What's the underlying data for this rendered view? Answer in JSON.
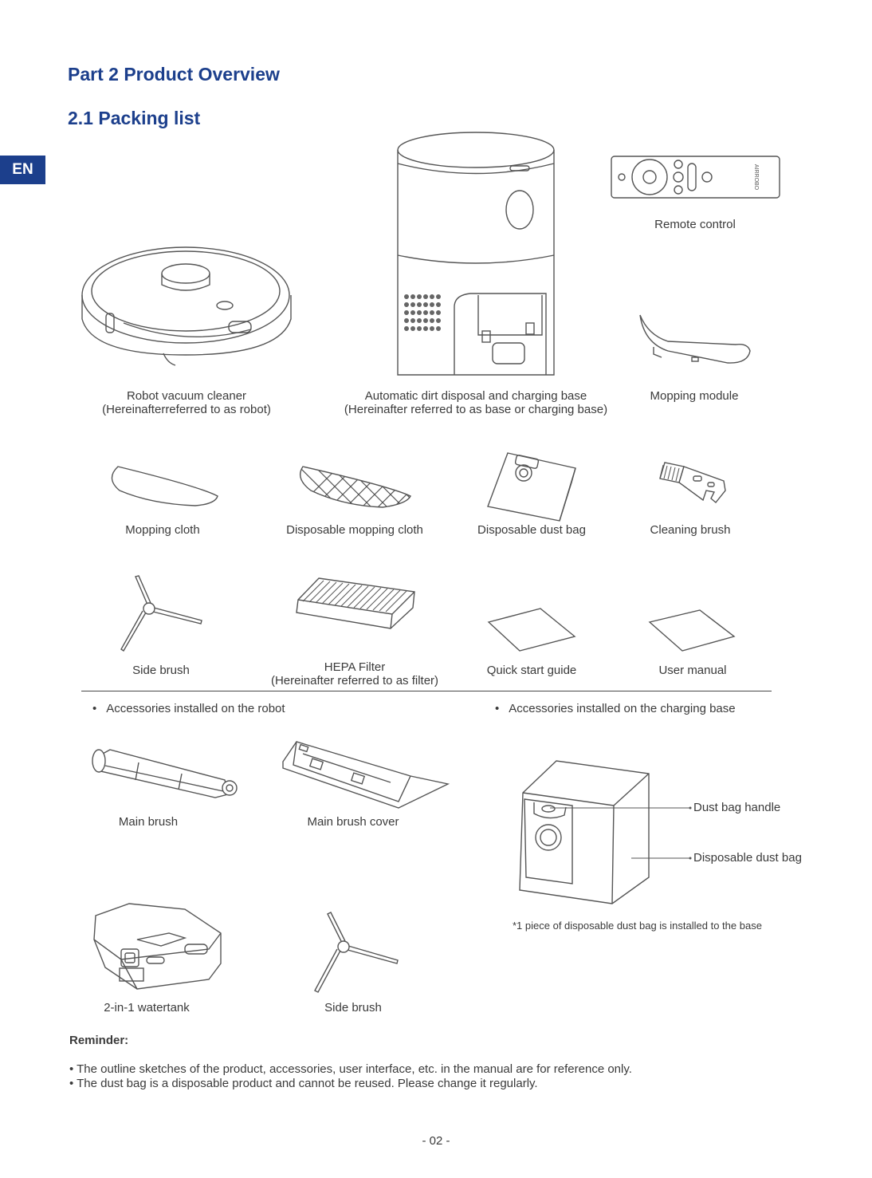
{
  "headings": {
    "part": "Part 2 Product Overview",
    "section": "2.1 Packing list"
  },
  "lang_tab": "EN",
  "items": {
    "remote": "Remote control",
    "robot_line1": "Robot vacuum cleaner",
    "robot_line2": "(Hereinafterreferred to as robot)",
    "base_line1": "Automatic dirt disposal and charging base",
    "base_line2": "(Hereinafter referred to as base or charging base)",
    "mopping_module": "Mopping module",
    "mopping_cloth": "Mopping cloth",
    "disposable_mopping_cloth": "Disposable mopping cloth",
    "disposable_dust_bag": "Disposable dust bag",
    "cleaning_brush": "Cleaning brush",
    "side_brush": "Side brush",
    "hepa_line1": "HEPA Filter",
    "hepa_line2": "(Hereinafter referred to as filter)",
    "quick_start_guide": "Quick start guide",
    "user_manual": "User manual"
  },
  "sections": {
    "robot_accessories": "Accessories installed on the robot",
    "base_accessories": "Accessories installed on the charging base",
    "bullet": "•"
  },
  "robot_accessories": {
    "main_brush": "Main brush",
    "main_brush_cover": "Main brush cover",
    "watertank": "2-in-1 watertank",
    "side_brush": "Side brush"
  },
  "base_accessories": {
    "dust_bag_handle": "Dust bag handle",
    "disposable_dust_bag": "Disposable dust bag",
    "note": "*1 piece of disposable dust bag is installed to the base"
  },
  "reminder": {
    "title": "Reminder:",
    "items": [
      "• The outline sketches of the product, accessories, user interface, etc. in the manual are for reference only.",
      "• The dust bag is a disposable product and cannot be reused. Please change it regularly."
    ]
  },
  "page_number": "- 02 -",
  "remote_brand": "AIRROBO",
  "colors": {
    "accent": "#1c3f8c",
    "text": "#3a3a3a",
    "line": "#555555"
  }
}
